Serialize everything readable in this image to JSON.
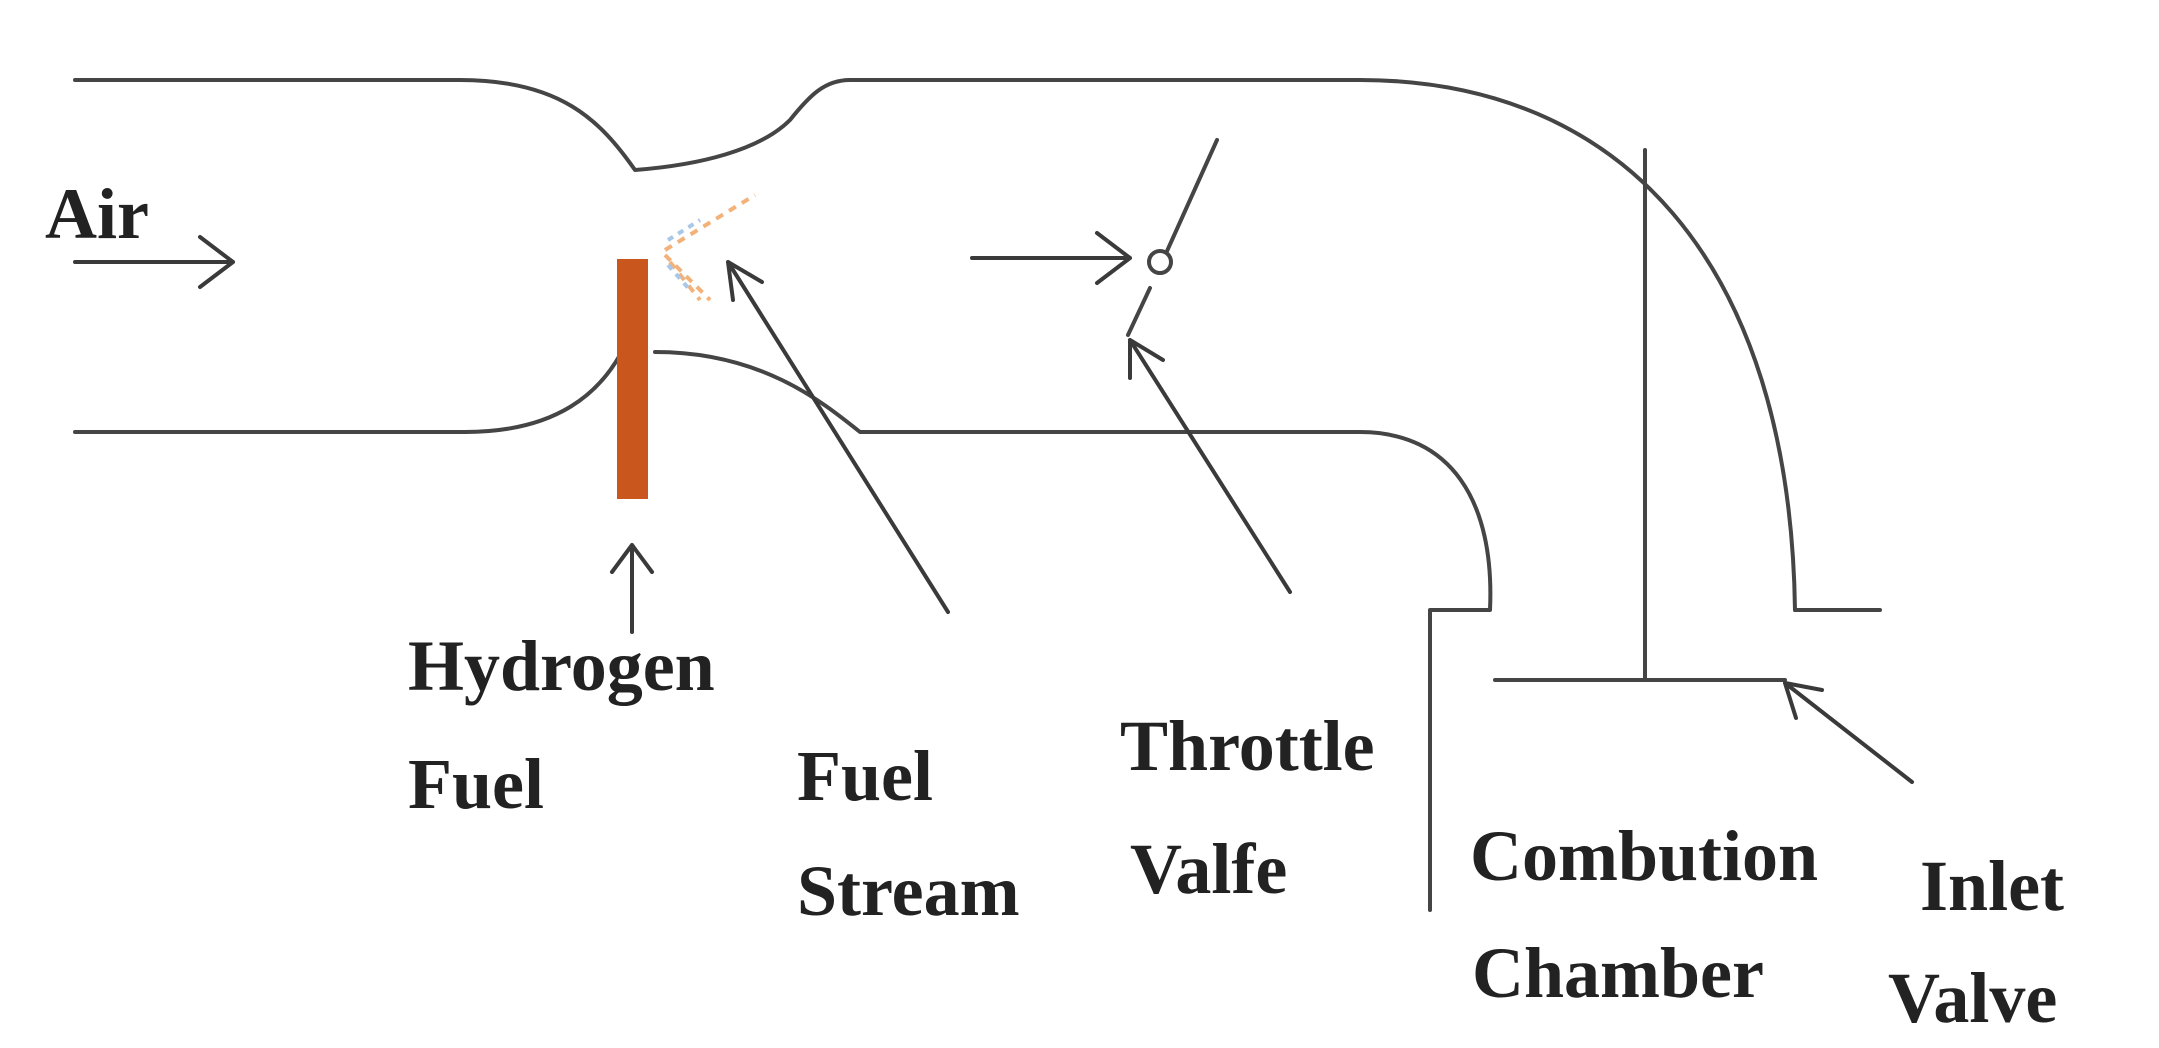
{
  "labels": {
    "air": "Air",
    "hydrogen_fuel": [
      "Hydrogen",
      "Fuel"
    ],
    "fuel_stream": [
      "Fuel",
      "Stream"
    ],
    "throttle_valve": [
      "Throttle",
      "Valfe"
    ],
    "combustion_chamber": [
      "Combution",
      "Chamber"
    ],
    "inlet_valve": [
      "Inlet",
      "Valve"
    ]
  },
  "colors": {
    "fuel_injector": "#c9571d",
    "fuel_stream_orange": "#f2b27a",
    "fuel_stream_blue": "#a9c8e8",
    "line": "#454545",
    "text": "#222222"
  }
}
